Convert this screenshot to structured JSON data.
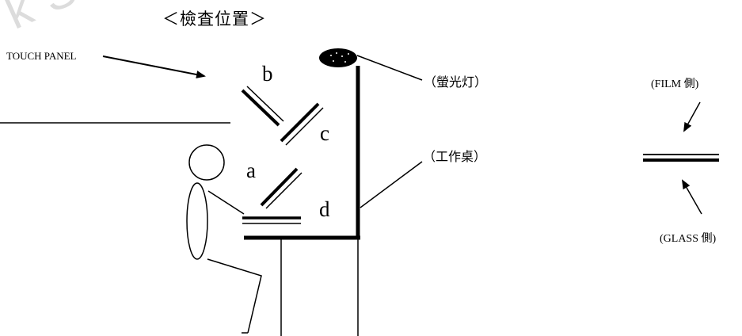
{
  "title": "＜檢査位置＞",
  "watermark": "k Szlc",
  "touch_panel_label": "TOUCH PANEL",
  "positions": {
    "a": "a",
    "b": "b",
    "c": "c",
    "d": "d"
  },
  "lamp_label": "（螢光灯）",
  "desk_label": "（工作桌）",
  "film_side_label": "(FILM 側)",
  "glass_side_label": "(GLASS 側)"
}
